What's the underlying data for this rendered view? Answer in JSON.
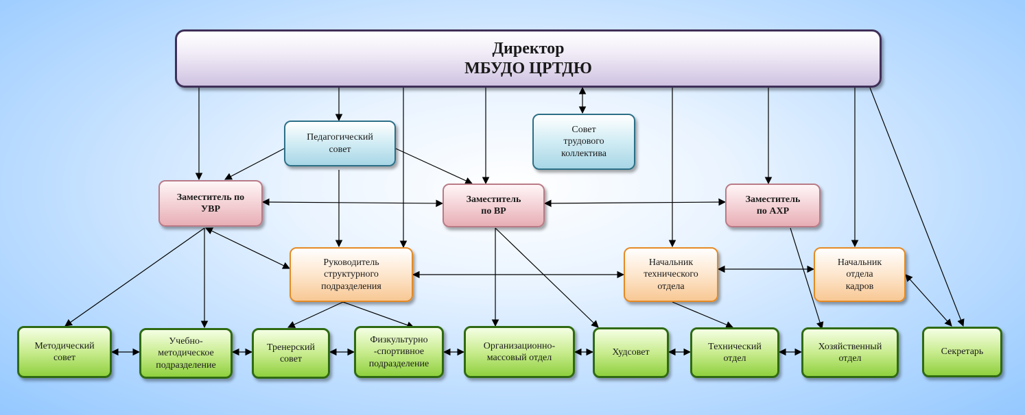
{
  "director": {
    "line1": "Директор",
    "line2": "МБУДО ЦРТДЮ"
  },
  "councils": {
    "pedagogical": "Педагогический\nсовет",
    "labor": "Совет\nтрудового\nколлектива"
  },
  "deputies": {
    "uvr": "Заместитель по\nУВР",
    "vr": "Заместитель\nпо ВР",
    "ahr": "Заместитель\nпо АХР"
  },
  "heads": {
    "structural": "Руководитель\nструктурного\nподразделения",
    "technical": "Начальник\nтехнического\nотдела",
    "hr": "Начальник\nотдела\nкадров"
  },
  "units": {
    "methodical_council": "Методический\nсовет",
    "educational_methodical": "Учебно-\nметодическое\nподразделение",
    "coaching_council": "Тренерский\nсовет",
    "sports": "Физкультурно\n-спортивное\nподразделение",
    "organizational": "Организационно-\nмассовый отдел",
    "art_council": "Худсовет",
    "technical_dept": "Технический\nотдел",
    "household": "Хозяйственный\nотдел",
    "secretary": "Секретарь"
  },
  "colors": {
    "director_border": "#3f2f57",
    "council_border": "#2b6f86",
    "deputy_border": "#b97a86",
    "head_border": "#e58a24",
    "unit_border": "#2f6a12",
    "connector": "#000000"
  }
}
